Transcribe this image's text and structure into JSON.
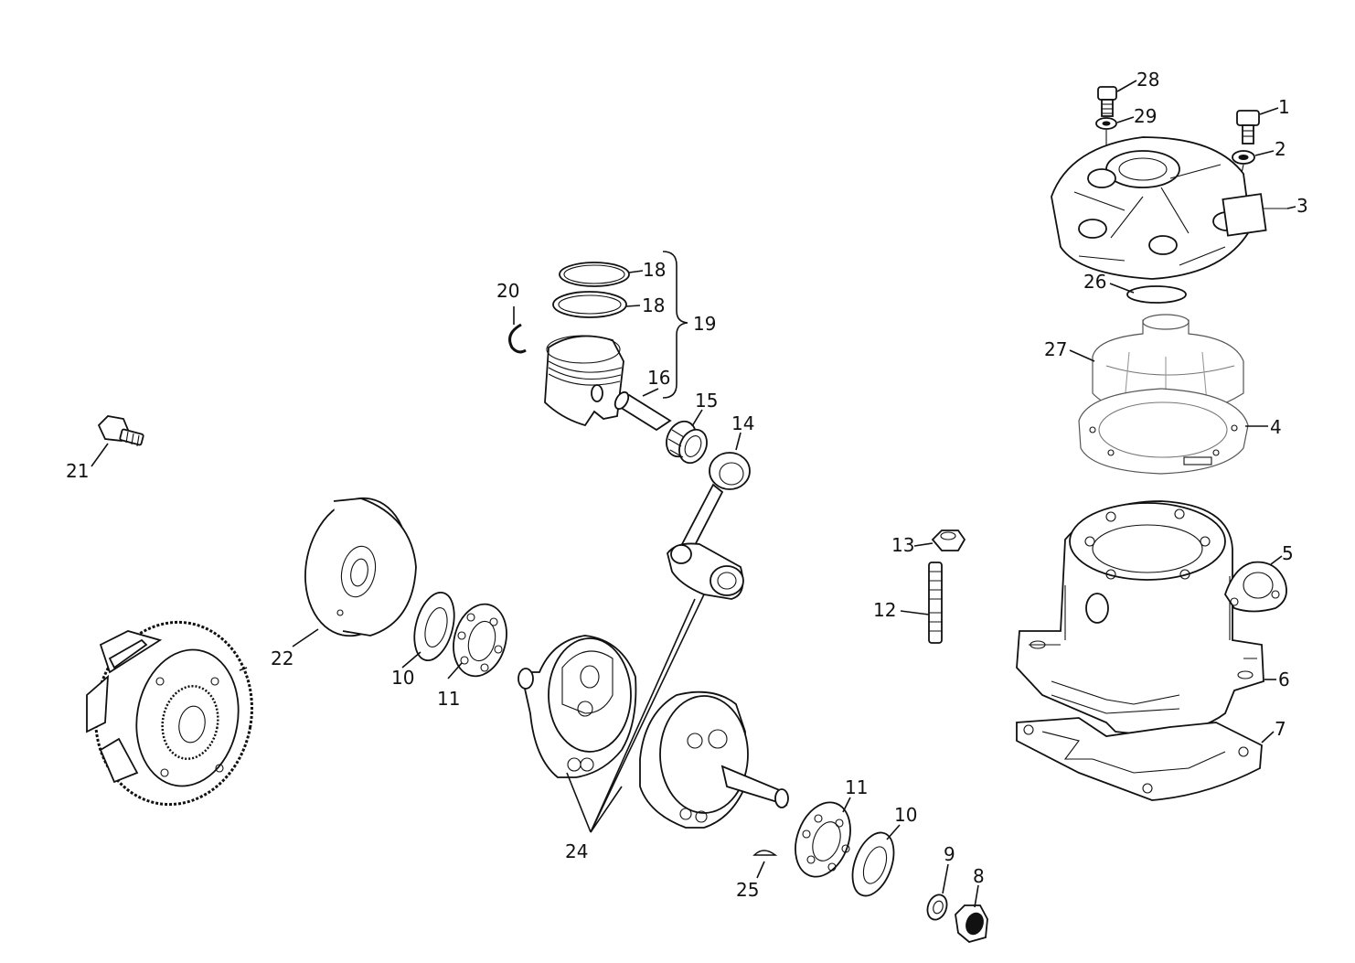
{
  "diagram": {
    "callouts": [
      {
        "id": "c28",
        "label": "28"
      },
      {
        "id": "c29",
        "label": "29"
      },
      {
        "id": "c1",
        "label": "1"
      },
      {
        "id": "c2",
        "label": "2"
      },
      {
        "id": "c3",
        "label": "3"
      },
      {
        "id": "c26",
        "label": "26"
      },
      {
        "id": "c27",
        "label": "27"
      },
      {
        "id": "c4",
        "label": "4"
      },
      {
        "id": "c5",
        "label": "5"
      },
      {
        "id": "c6",
        "label": "6"
      },
      {
        "id": "c7",
        "label": "7"
      },
      {
        "id": "c13",
        "label": "13"
      },
      {
        "id": "c12",
        "label": "12"
      },
      {
        "id": "c18a",
        "label": "18"
      },
      {
        "id": "c18b",
        "label": "18"
      },
      {
        "id": "c19",
        "label": "19"
      },
      {
        "id": "c20",
        "label": "20"
      },
      {
        "id": "c16",
        "label": "16"
      },
      {
        "id": "c15",
        "label": "15"
      },
      {
        "id": "c14",
        "label": "14"
      },
      {
        "id": "c21",
        "label": "21"
      },
      {
        "id": "c22",
        "label": "22"
      },
      {
        "id": "c10a",
        "label": "10"
      },
      {
        "id": "c11a",
        "label": "11"
      },
      {
        "id": "c24",
        "label": "24"
      },
      {
        "id": "c25",
        "label": "25"
      },
      {
        "id": "c11b",
        "label": "11"
      },
      {
        "id": "c10b",
        "label": "10"
      },
      {
        "id": "c9",
        "label": "9"
      },
      {
        "id": "c8",
        "label": "8"
      }
    ]
  }
}
